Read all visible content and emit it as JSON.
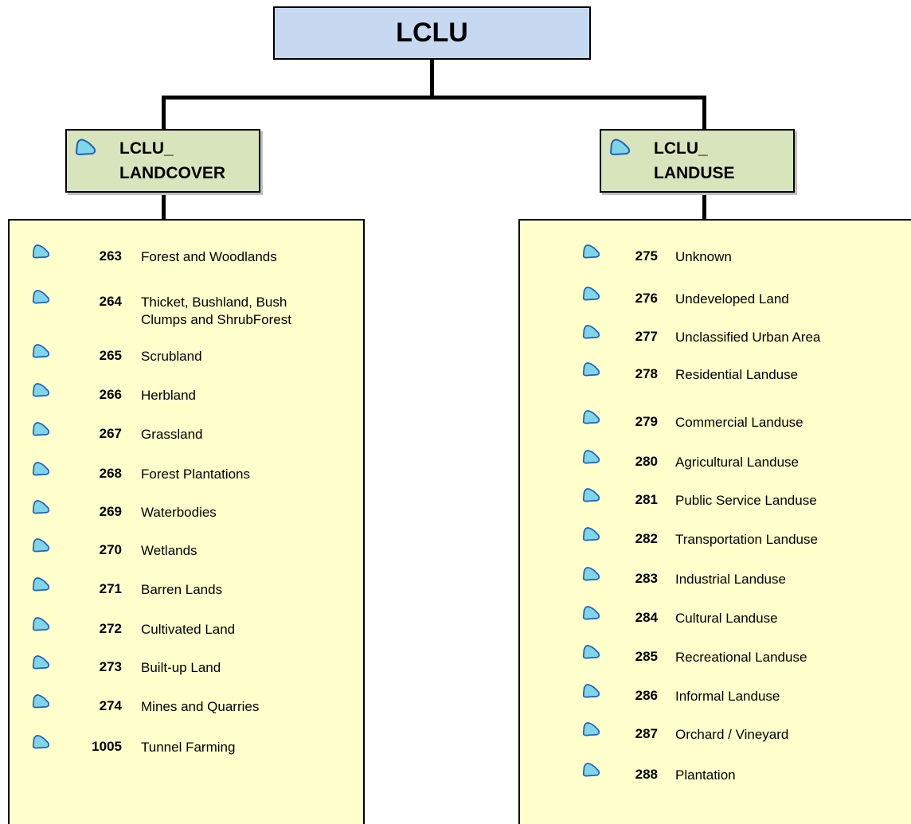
{
  "root": {
    "title": "LCLU"
  },
  "landcover": {
    "title_line1": "LCLU_",
    "title_line2": "LANDCOVER",
    "items": [
      {
        "code": "263",
        "label": "Forest and Woodlands"
      },
      {
        "code": "264",
        "label": "Thicket, Bushland, Bush\nClumps and ShrubForest"
      },
      {
        "code": "265",
        "label": "Scrubland"
      },
      {
        "code": "266",
        "label": "Herbland"
      },
      {
        "code": "267",
        "label": "Grassland"
      },
      {
        "code": "268",
        "label": "Forest Plantations"
      },
      {
        "code": "269",
        "label": "Waterbodies"
      },
      {
        "code": "270",
        "label": "Wetlands"
      },
      {
        "code": "271",
        "label": "Barren Lands"
      },
      {
        "code": "272",
        "label": "Cultivated Land"
      },
      {
        "code": "273",
        "label": "Built-up Land"
      },
      {
        "code": "274",
        "label": "Mines and Quarries"
      },
      {
        "code": "1005",
        "label": "Tunnel Farming"
      }
    ]
  },
  "landuse": {
    "title_line1": "LCLU_",
    "title_line2": "LANDUSE",
    "items": [
      {
        "code": "275",
        "label": "Unknown"
      },
      {
        "code": "276",
        "label": "Undeveloped Land"
      },
      {
        "code": "277",
        "label": "Unclassified Urban Area"
      },
      {
        "code": "278",
        "label": "Residential Landuse"
      },
      {
        "code": "279",
        "label": "Commercial Landuse"
      },
      {
        "code": "280",
        "label": "Agricultural Landuse"
      },
      {
        "code": "281",
        "label": "Public Service Landuse"
      },
      {
        "code": "282",
        "label": "Transportation Landuse"
      },
      {
        "code": "283",
        "label": "Industrial Landuse"
      },
      {
        "code": "284",
        "label": "Cultural Landuse"
      },
      {
        "code": "285",
        "label": "Recreational Landuse"
      },
      {
        "code": "286",
        "label": "Informal Landuse"
      },
      {
        "code": "287",
        "label": "Orchard / Vineyard"
      },
      {
        "code": "288",
        "label": "Plantation"
      }
    ]
  },
  "colors": {
    "root_fill": "#c6d9f1",
    "group_fill": "#d8e4bc",
    "list_fill": "#ffffcc",
    "icon_fill": "#7fd6e8",
    "icon_stroke": "#1f5fbf"
  },
  "icon": "polygon-feature-class-icon"
}
